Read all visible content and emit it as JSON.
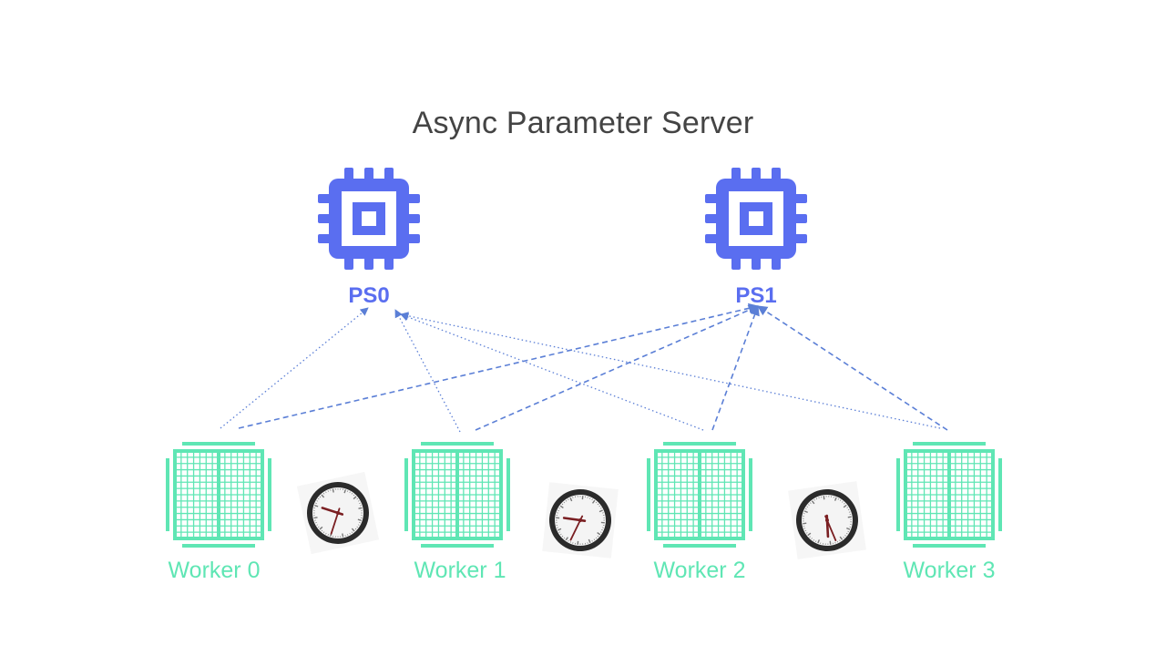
{
  "title": "Async Parameter Server",
  "servers": [
    {
      "label": "PS0",
      "icon": "cpu-chip-icon"
    },
    {
      "label": "PS1",
      "icon": "cpu-chip-icon"
    }
  ],
  "workers": [
    {
      "label": "Worker 0",
      "icon": "tpu-grid-icon"
    },
    {
      "label": "Worker 1",
      "icon": "tpu-grid-icon"
    },
    {
      "label": "Worker 2",
      "icon": "tpu-grid-icon"
    },
    {
      "label": "Worker 3",
      "icon": "tpu-grid-icon"
    }
  ],
  "clocks": [
    {
      "icon": "clock-icon"
    },
    {
      "icon": "clock-icon"
    },
    {
      "icon": "clock-icon"
    }
  ],
  "connections": [
    {
      "from": "Worker 0",
      "to": "PS0",
      "style": "dotted"
    },
    {
      "from": "Worker 0",
      "to": "PS1",
      "style": "dashed"
    },
    {
      "from": "Worker 1",
      "to": "PS0",
      "style": "dotted"
    },
    {
      "from": "Worker 1",
      "to": "PS1",
      "style": "dashed"
    },
    {
      "from": "Worker 2",
      "to": "PS0",
      "style": "dotted"
    },
    {
      "from": "Worker 2",
      "to": "PS1",
      "style": "dashed"
    },
    {
      "from": "Worker 3",
      "to": "PS0",
      "style": "dotted"
    },
    {
      "from": "Worker 3",
      "to": "PS1",
      "style": "dashed"
    }
  ],
  "colors": {
    "server": "#5a6ef0",
    "worker": "#5fe6b4",
    "line": "#5b7fd6",
    "title": "#444444"
  }
}
